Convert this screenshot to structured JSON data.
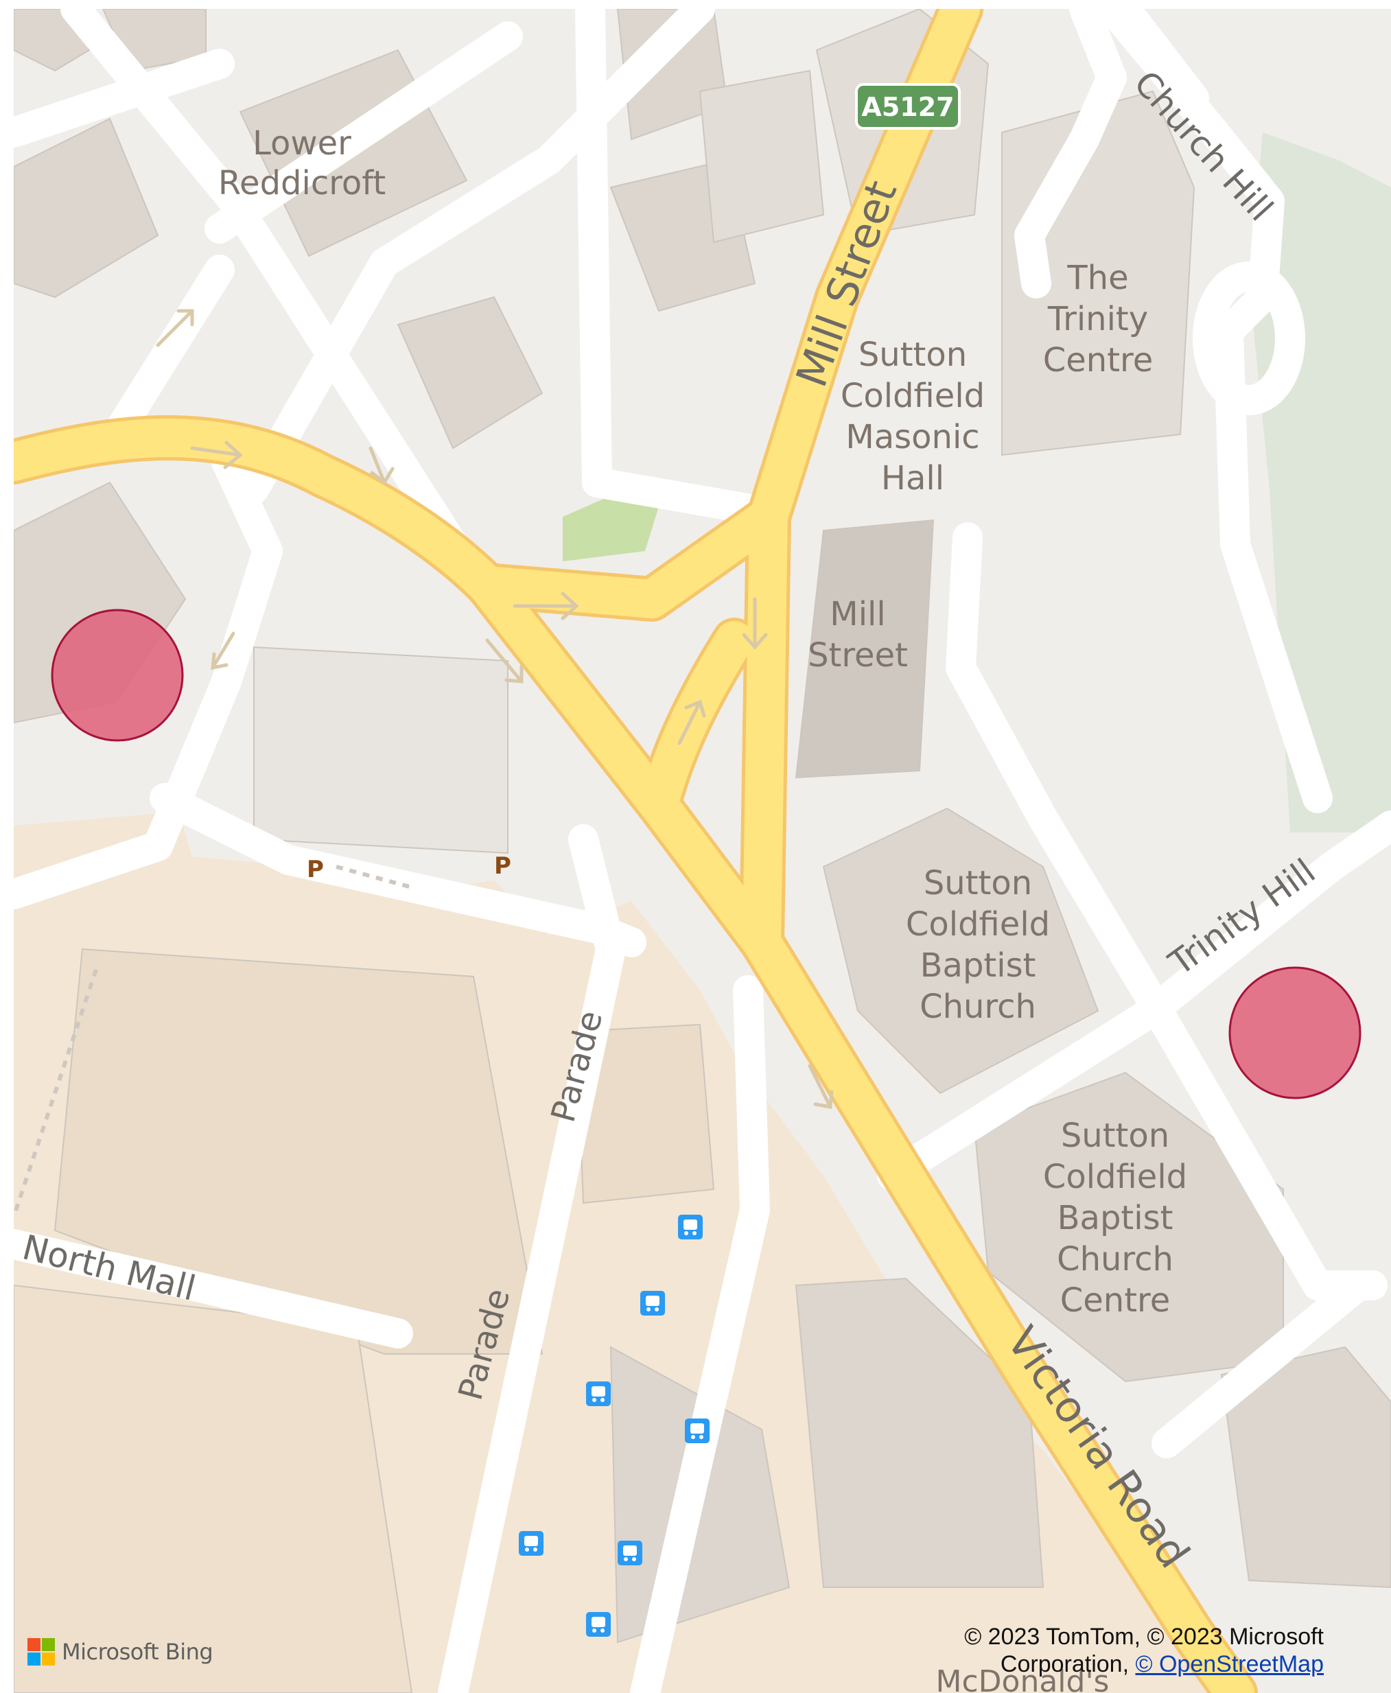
{
  "map": {
    "area_labels": {
      "lower_reddicroft": [
        "Lower",
        "Reddicroft"
      ],
      "trinity_centre": [
        "The",
        "Trinity",
        "Centre"
      ],
      "masonic_hall": [
        "Sutton",
        "Coldfield",
        "Masonic",
        "Hall"
      ],
      "mill_street_bldg": [
        "Mill",
        "Street"
      ],
      "baptist_church": [
        "Sutton",
        "Coldfield",
        "Baptist",
        "Church"
      ],
      "baptist_church_centre": [
        "Sutton",
        "Coldfield",
        "Baptist",
        "Church",
        "Centre"
      ],
      "mcdonalds": "McDonald's"
    },
    "street_labels": {
      "church_hill": "Church Hill",
      "mill_street": "Mill Street",
      "trinity_hill": "Trinity Hill",
      "victoria_road": "Victoria Road",
      "parade_upper": "Parade",
      "parade_lower": "Parade",
      "north_mall": "North Mall"
    },
    "road_shield": "A5127",
    "parking_label": "P",
    "markers": [
      {
        "name": "marker-west",
        "color": "#e0677f"
      },
      {
        "name": "marker-east",
        "color": "#e0677f"
      }
    ],
    "colors": {
      "background": "#f0eeea",
      "building": "#dcd6cf",
      "shopping_area": "#f3e6d4",
      "major_road": "#ffe57f",
      "road_edge": "#f5c66a",
      "minor_road": "#ffffff",
      "park": "#c8dfa8",
      "bus_icon": "#2b9af3",
      "parking": "#8b4a14",
      "shield": "#5e9a5a"
    }
  },
  "footer": {
    "logo_text": "Microsoft Bing",
    "attribution_line1": "© 2023 TomTom, © 2023 Microsoft",
    "attribution_line2": "Corporation, ",
    "attribution_link": "© OpenStreetMap"
  }
}
